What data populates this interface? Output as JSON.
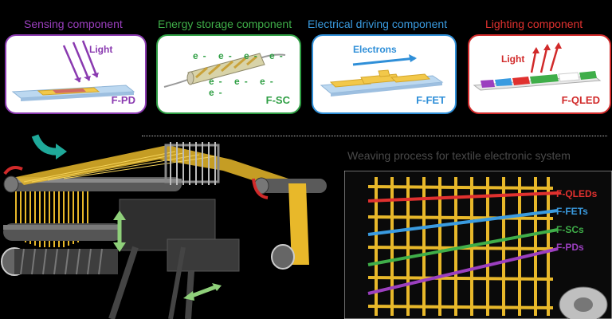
{
  "components": [
    {
      "title": "Sensing component",
      "tag": "F-PD",
      "label": "Light",
      "color": "#9b3fbf",
      "border": "#8a3ab0"
    },
    {
      "title": "Energy storage component",
      "tag": "F-SC",
      "label": "e-",
      "color": "#3fae49",
      "border": "#2f9f44"
    },
    {
      "title": "Electrical driving component",
      "tag": "F-FET",
      "label": "Electrons",
      "color": "#3a9be0",
      "border": "#2f8fd8"
    },
    {
      "title": "Lighting component",
      "tag": "F-QLED",
      "label": "Light",
      "color": "#e0312f",
      "border": "#d12a2a"
    }
  ],
  "weaving": {
    "title": "Weaving process for textile electronic system",
    "legend": [
      {
        "label": "F-QLEDs",
        "color": "#e0312f"
      },
      {
        "label": "F-FETs",
        "color": "#3a9be0"
      },
      {
        "label": "F-SCs",
        "color": "#3fae49"
      },
      {
        "label": "F-PDs",
        "color": "#9b3fbf"
      }
    ]
  }
}
